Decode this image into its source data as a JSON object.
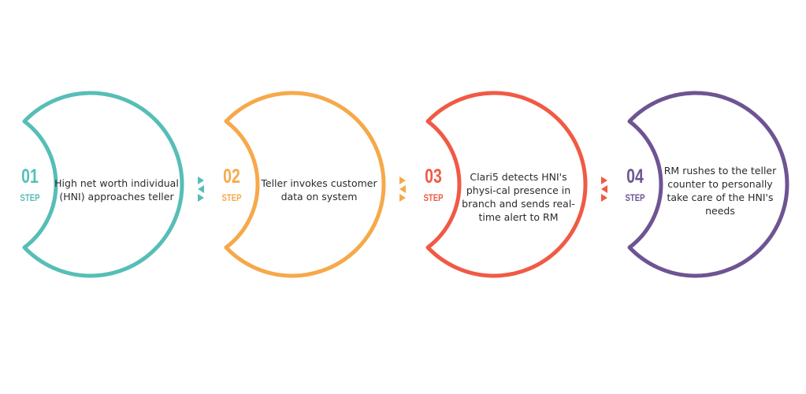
{
  "steps": [
    {
      "number": "01",
      "label": "STEP",
      "text": "High net worth individual (HNI) approaches teller",
      "color": "#56beb6"
    },
    {
      "number": "02",
      "label": "STEP",
      "text": "Teller invokes customer data on system",
      "color": "#f6a94a"
    },
    {
      "number": "03",
      "label": "STEP",
      "text": "Clari5 detects HNI's physi-cal presence in branch and sends real-time alert to RM",
      "color": "#f05a45"
    },
    {
      "number": "04",
      "label": "STEP",
      "text": "RM rushes to the teller counter to personally take care of the HNI's needs",
      "color": "#6e5492"
    }
  ],
  "arrows": [
    {
      "color": "#56beb6"
    },
    {
      "color": "#f6a94a"
    },
    {
      "color": "#f05a45"
    }
  ]
}
